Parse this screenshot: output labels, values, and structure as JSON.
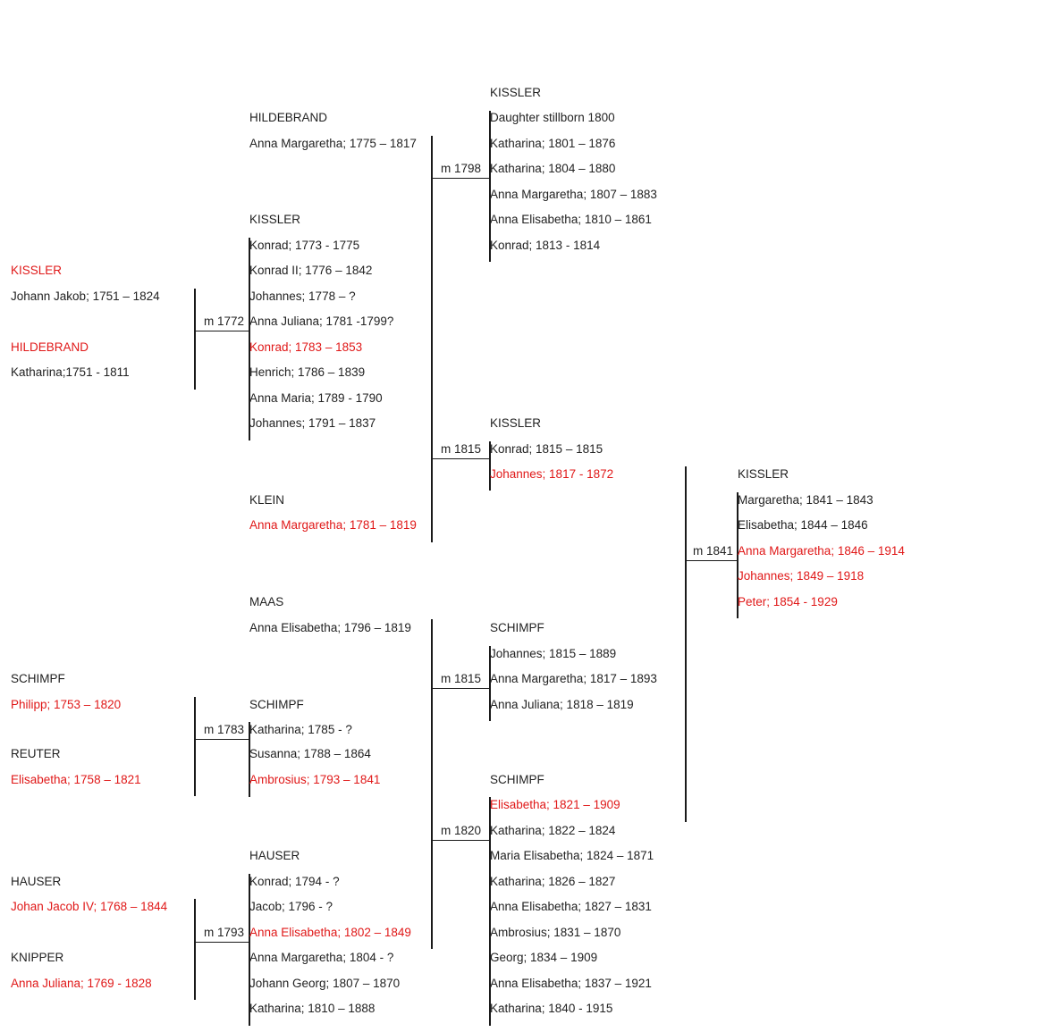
{
  "colors": {
    "text": "#222222",
    "highlight": "#e01818",
    "line": "#1a1a1a"
  },
  "texts": [
    {
      "id": "n1",
      "text": "KISSLER",
      "red": false
    },
    {
      "id": "n2",
      "text": "Daughter stillborn 1800",
      "red": false
    },
    {
      "id": "n3",
      "text": "HILDEBRAND",
      "red": false
    },
    {
      "id": "n4",
      "text": "Katharina; 1801 – 1876",
      "red": false
    },
    {
      "id": "n5",
      "text": "Anna Margaretha; 1775 – 1817",
      "red": false
    },
    {
      "id": "n6",
      "text": "m 1798",
      "red": false
    },
    {
      "id": "n7",
      "text": "Katharina; 1804 – 1880",
      "red": false
    },
    {
      "id": "n8",
      "text": "Anna Margaretha; 1807 – 1883",
      "red": false
    },
    {
      "id": "n9",
      "text": "KISSLER",
      "red": false
    },
    {
      "id": "n10",
      "text": "Anna Elisabetha; 1810 – 1861",
      "red": false
    },
    {
      "id": "n11",
      "text": "Konrad; 1773 - 1775",
      "red": false
    },
    {
      "id": "n12",
      "text": "Konrad; 1813 - 1814",
      "red": false
    },
    {
      "id": "n13",
      "text": "KISSLER",
      "red": true
    },
    {
      "id": "n14",
      "text": "Konrad II; 1776 – 1842",
      "red": false
    },
    {
      "id": "n15",
      "text": "Johann Jakob; 1751 – 1824",
      "red": false
    },
    {
      "id": "n16",
      "text": "Johannes; 1778 – ?",
      "red": false
    },
    {
      "id": "n17",
      "text": "m 1772",
      "red": false
    },
    {
      "id": "n18",
      "text": "Anna Juliana; 1781 -1799?",
      "red": false
    },
    {
      "id": "n19",
      "text": "HILDEBRAND",
      "red": true
    },
    {
      "id": "n20",
      "text": "Konrad; 1783 – 1853",
      "red": true
    },
    {
      "id": "n21",
      "text": "Katharina;1751 - 1811",
      "red": false
    },
    {
      "id": "n22",
      "text": "Henrich; 1786 – 1839",
      "red": false
    },
    {
      "id": "n23",
      "text": "Anna Maria; 1789 - 1790",
      "red": false
    },
    {
      "id": "n24",
      "text": "Johannes; 1791 – 1837",
      "red": false
    },
    {
      "id": "n25",
      "text": "KISSLER",
      "red": false
    },
    {
      "id": "n26",
      "text": "m 1815",
      "red": false
    },
    {
      "id": "n27",
      "text": "Konrad; 1815 – 1815",
      "red": false
    },
    {
      "id": "n28",
      "text": "Johannes; 1817 - 1872",
      "red": true
    },
    {
      "id": "n29",
      "text": "KISSLER",
      "red": false
    },
    {
      "id": "n30",
      "text": "KLEIN",
      "red": false
    },
    {
      "id": "n31",
      "text": "Margaretha; 1841 – 1843",
      "red": false
    },
    {
      "id": "n32",
      "text": "Anna Margaretha; 1781 – 1819",
      "red": true
    },
    {
      "id": "n33",
      "text": "Elisabetha; 1844 – 1846",
      "red": false
    },
    {
      "id": "n34",
      "text": "m 1841",
      "red": false
    },
    {
      "id": "n35",
      "text": "Anna Margaretha; 1846 – 1914",
      "red": true
    },
    {
      "id": "n36",
      "text": "Johannes; 1849 – 1918",
      "red": true
    },
    {
      "id": "n37",
      "text": "MAAS",
      "red": false
    },
    {
      "id": "n38",
      "text": "Peter; 1854 - 1929",
      "red": true
    },
    {
      "id": "n39",
      "text": "Anna Elisabetha; 1796 – 1819",
      "red": false
    },
    {
      "id": "n40",
      "text": "SCHIMPF",
      "red": false
    },
    {
      "id": "n41",
      "text": "Johannes; 1815 – 1889",
      "red": false
    },
    {
      "id": "n42",
      "text": "SCHIMPF",
      "red": false
    },
    {
      "id": "n43",
      "text": "m 1815",
      "red": false
    },
    {
      "id": "n44",
      "text": "Anna Margaretha; 1817 – 1893",
      "red": false
    },
    {
      "id": "n45",
      "text": "Philipp; 1753 – 1820",
      "red": true
    },
    {
      "id": "n46",
      "text": "SCHIMPF",
      "red": false
    },
    {
      "id": "n47",
      "text": "Anna Juliana; 1818 – 1819",
      "red": false
    },
    {
      "id": "n48",
      "text": "m 1783",
      "red": false
    },
    {
      "id": "n49",
      "text": "Katharina; 1785 - ?",
      "red": false
    },
    {
      "id": "n50",
      "text": "REUTER",
      "red": false
    },
    {
      "id": "n51",
      "text": "Susanna; 1788 – 1864",
      "red": false
    },
    {
      "id": "n52",
      "text": "Elisabetha; 1758 – 1821",
      "red": true
    },
    {
      "id": "n53",
      "text": "Ambrosius; 1793 – 1841",
      "red": true
    },
    {
      "id": "n54",
      "text": "SCHIMPF",
      "red": false
    },
    {
      "id": "n55",
      "text": "Elisabetha; 1821 – 1909",
      "red": true
    },
    {
      "id": "n56",
      "text": "m 1820",
      "red": false
    },
    {
      "id": "n57",
      "text": "Katharina; 1822 – 1824",
      "red": false
    },
    {
      "id": "n58",
      "text": "HAUSER",
      "red": false
    },
    {
      "id": "n59",
      "text": "Maria Elisabetha; 1824 – 1871",
      "red": false
    },
    {
      "id": "n60",
      "text": "HAUSER",
      "red": false
    },
    {
      "id": "n61",
      "text": "Konrad; 1794 - ?",
      "red": false
    },
    {
      "id": "n62",
      "text": "Katharina; 1826 – 1827",
      "red": false
    },
    {
      "id": "n63",
      "text": "Johan Jacob IV; 1768 – 1844",
      "red": true
    },
    {
      "id": "n64",
      "text": "Jacob; 1796 - ?",
      "red": false
    },
    {
      "id": "n65",
      "text": "Anna Elisabetha; 1827 – 1831",
      "red": false
    },
    {
      "id": "n66",
      "text": "m 1793",
      "red": false
    },
    {
      "id": "n67",
      "text": "Anna Elisabetha; 1802 – 1849",
      "red": true
    },
    {
      "id": "n68",
      "text": "Ambrosius; 1831 – 1870",
      "red": false
    },
    {
      "id": "n69",
      "text": "KNIPPER",
      "red": false
    },
    {
      "id": "n70",
      "text": "Anna Margaretha; 1804 - ?",
      "red": false
    },
    {
      "id": "n71",
      "text": "Georg; 1834  – 1909",
      "red": false
    },
    {
      "id": "n72",
      "text": "Anna Juliana; 1769 - 1828",
      "red": true
    },
    {
      "id": "n73",
      "text": "Johann Georg; 1807 – 1870",
      "red": false
    },
    {
      "id": "n74",
      "text": "Anna Elisabetha; 1837 – 1921",
      "red": false
    },
    {
      "id": "n75",
      "text": "Katharina; 1810 – 1888",
      "red": false
    },
    {
      "id": "n76",
      "text": "Katharina; 1840 - 1915",
      "red": false
    }
  ]
}
